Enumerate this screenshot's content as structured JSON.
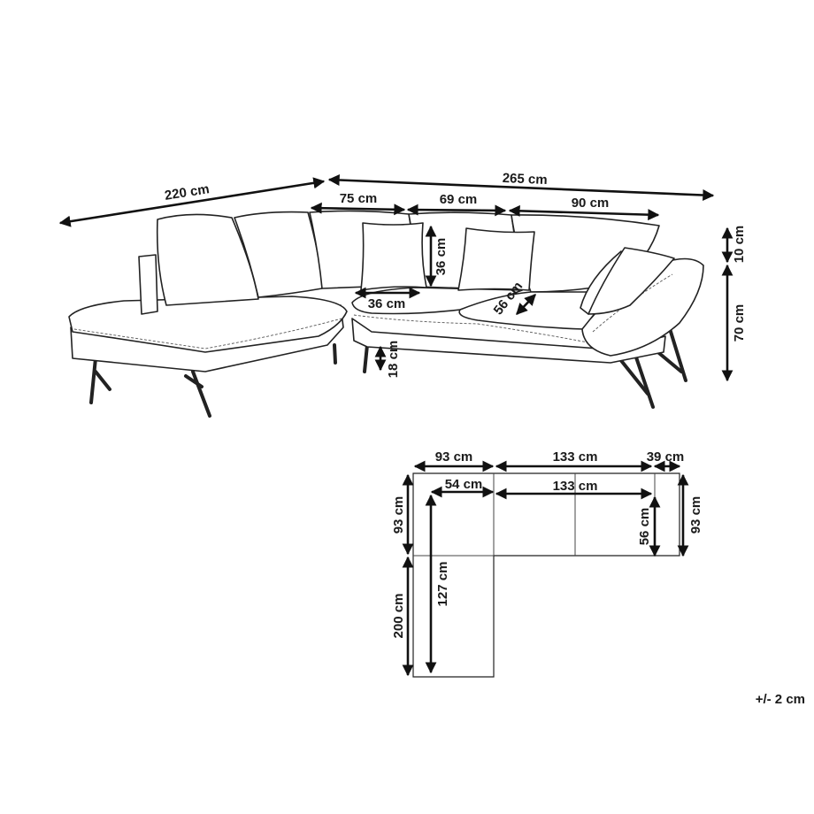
{
  "sofa_view": {
    "total_width": "265 cm",
    "chaise_depth": "220 cm",
    "seat_back_1": "75 cm",
    "seat_back_2": "69 cm",
    "seat_back_3": "90 cm",
    "pillow_height": "36 cm",
    "pillow_width": "36 cm",
    "pillow_diag": "56 cm",
    "leg_height": "18 cm",
    "back_top": "10 cm",
    "total_height": "70 cm"
  },
  "plan_view": {
    "top_left": "93 cm",
    "top_middle": "133 cm",
    "top_right": "39 cm",
    "inner_left": "54 cm",
    "inner_middle": "133 cm",
    "left_upper": "93 cm",
    "left_lower": "200 cm",
    "inner_vertical": "127 cm",
    "right_inner": "56 cm",
    "right_outer": "93 cm"
  },
  "tolerance": "+/- 2 cm"
}
